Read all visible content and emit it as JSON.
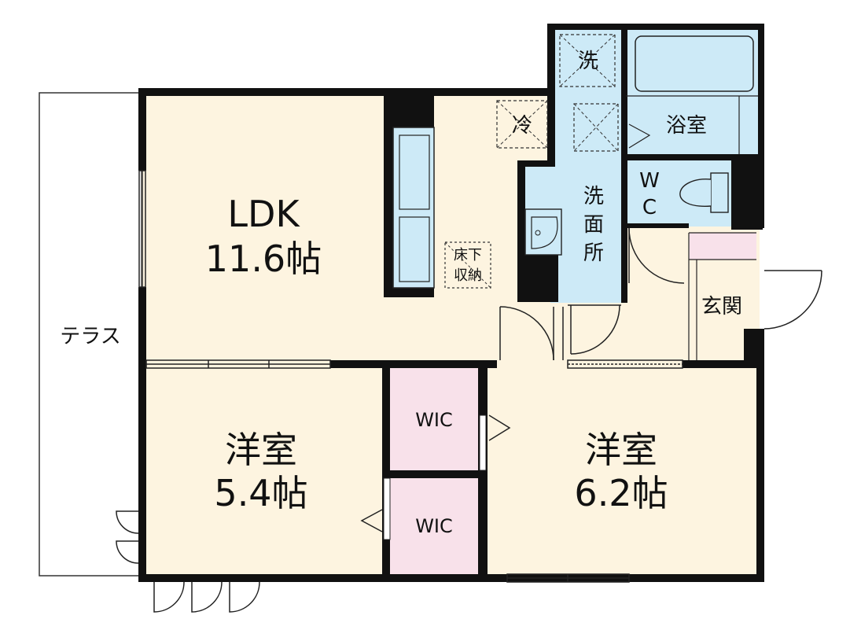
{
  "rooms": {
    "ldk_name": "LDK",
    "ldk_size": "11.6帖",
    "western_left_name": "洋室",
    "western_left_size": "5.4帖",
    "western_right_name": "洋室",
    "western_right_size": "6.2帖",
    "wic_upper": "WIC",
    "wic_lower": "WIC",
    "bath": "浴室",
    "wc_w": "W",
    "wc_c": "C",
    "washroom_1": "洗",
    "washroom_2": "面",
    "washroom_3": "所",
    "entrance": "玄関",
    "terrace": "テラス",
    "underfloor_1": "床下",
    "underfloor_2": "収納",
    "fridge": "冷",
    "washer": "洗"
  },
  "colors": {
    "floor": "#fdf4e0",
    "wet_area": "#cdeaf7",
    "wic": "#f8e1ea",
    "wall": "#111111"
  }
}
